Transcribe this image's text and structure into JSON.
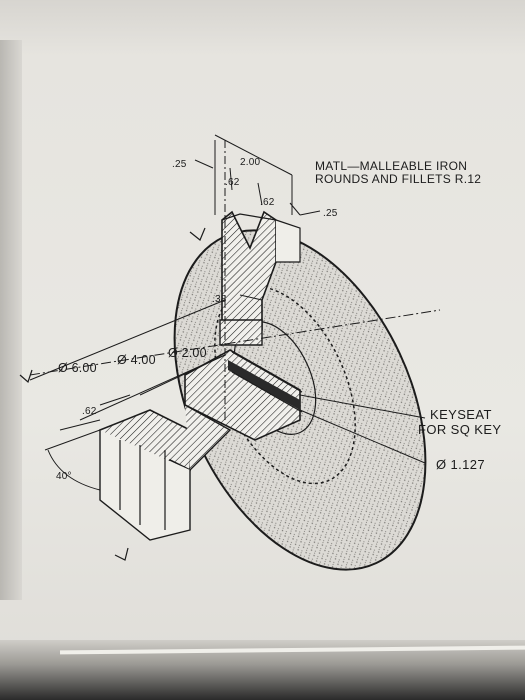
{
  "notes": {
    "material": "MATL—MALLEABLE IRON",
    "fillets": "ROUNDS AND FILLETS R.12"
  },
  "dimensions": {
    "d_025": ".25",
    "d_200": "2.00",
    "d_062_a": ".62",
    "d_062_b": ".62",
    "d_025_b": ".25",
    "d_038": ".38",
    "dia_600": "Ø 6.00",
    "dia_400": "Ø 4.00",
    "dia_200": "Ø 2.00",
    "d_062_c": ".62",
    "angle": "40°"
  },
  "callouts": {
    "keyseat_line1": "KEYSEAT",
    "keyseat_line2": "FOR SQ KEY",
    "bore": "Ø 1.127"
  },
  "colors": {
    "ink": "#1c1c1c",
    "paper": "#e9e8e3",
    "stipple": "#c9c7c2"
  }
}
